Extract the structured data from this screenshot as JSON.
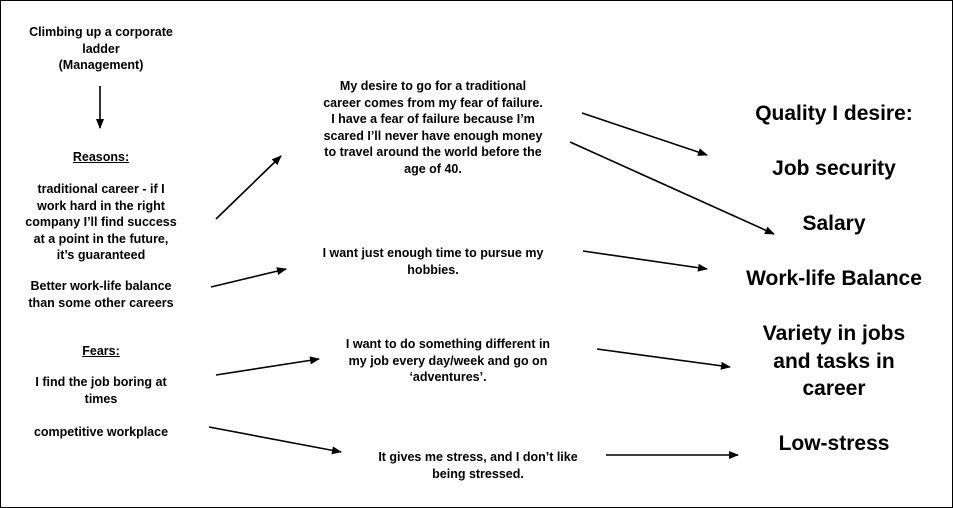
{
  "left": {
    "goal": "Climbing up a corporate\nladder\n(Management)",
    "reasons_heading": "Reasons:",
    "reason_1": "traditional career - if I\nwork hard in the right\ncompany I’ll find success\nat a point in the future,\nit’s guaranteed",
    "reason_2": "Better work-life balance\nthan some other careers",
    "fears_heading": "Fears:",
    "fear_1": "I find the job boring at\ntimes",
    "fear_2": "competitive workplace"
  },
  "middle": {
    "fear_of_failure": "My desire to go for a traditional\ncareer comes from my fear of failure.\nI have a fear of failure because I’m\nscared I’ll never have enough money\nto travel around the world before the\nage of 40.",
    "hobbies": "I want just enough time to pursue my\nhobbies.",
    "adventures": "I want to do something different in\nmy job every day/week and go on\n‘adventures’.",
    "stress": "It gives me stress, and I don’t like\nbeing stressed."
  },
  "right": {
    "heading": "Quality I desire:",
    "job_security": "Job security",
    "salary": "Salary",
    "work_life_balance": "Work-life Balance",
    "variety": "Variety in jobs\nand tasks in\ncareer",
    "low_stress": "Low-stress"
  }
}
